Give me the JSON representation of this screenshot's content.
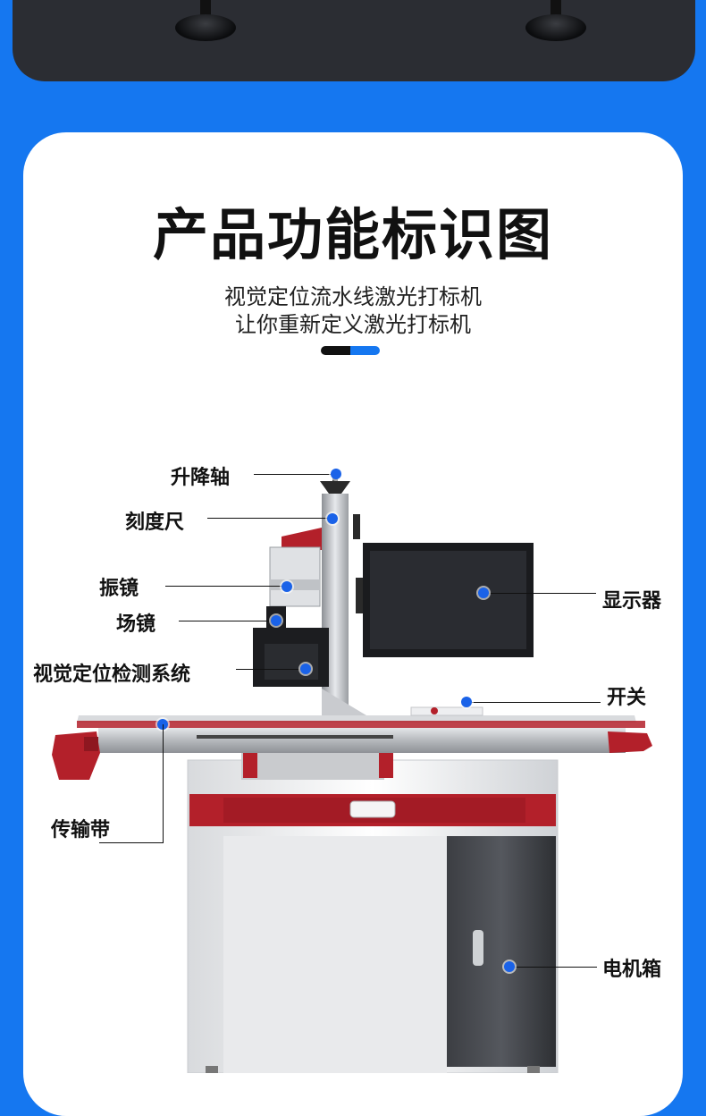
{
  "heading": {
    "title": "产品功能标识图",
    "subtitle_line1": "视觉定位流水线激光打标机",
    "subtitle_line2": "让你重新定义激光打标机"
  },
  "colors": {
    "background": "#1577f0",
    "card": "#ffffff",
    "accent_red": "#b3202a",
    "dot": "#1a62e8",
    "top_panel": "#2b2d33"
  },
  "labels": {
    "lift_axis": "升降轴",
    "scale_ruler": "刻度尺",
    "galvo": "振镜",
    "field_lens": "场镜",
    "vision_system": "视觉定位检测系统",
    "display": "显示器",
    "switch": "开关",
    "conveyor": "传输带",
    "motor_box": "电机箱"
  }
}
